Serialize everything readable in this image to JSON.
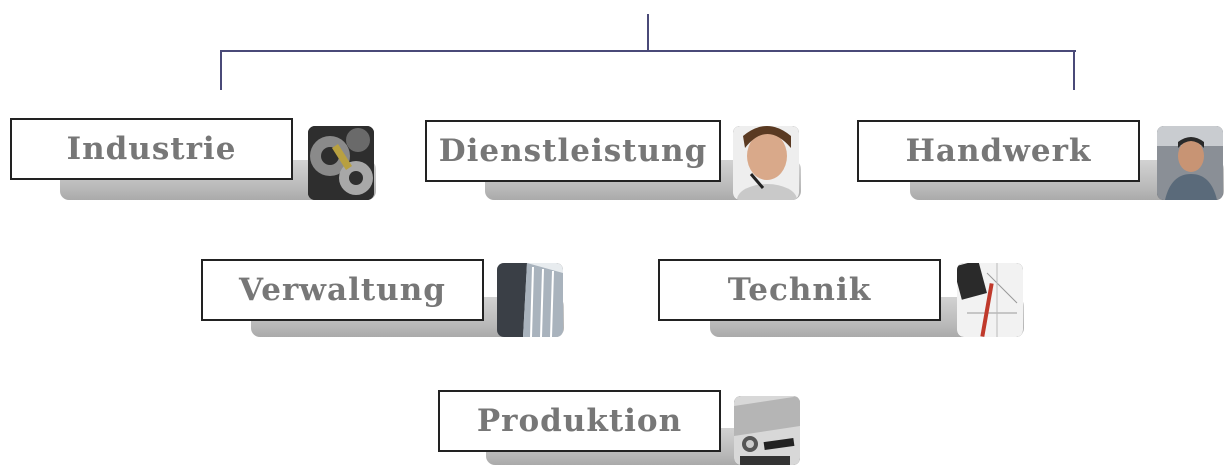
{
  "diagram": {
    "line_color": "#4a4a78",
    "nodes": [
      {
        "id": "industrie",
        "label": "Industrie",
        "icon": "gears-icon"
      },
      {
        "id": "dienstleistung",
        "label": "Dienstleistung",
        "icon": "woman-headset-icon"
      },
      {
        "id": "handwerk",
        "label": "Handwerk",
        "icon": "worker-icon"
      },
      {
        "id": "verwaltung",
        "label": "Verwaltung",
        "icon": "office-building-icon"
      },
      {
        "id": "technik",
        "label": "Technik",
        "icon": "blueprint-icon"
      },
      {
        "id": "produktion",
        "label": "Produktion",
        "icon": "machine-panel-icon"
      }
    ]
  }
}
